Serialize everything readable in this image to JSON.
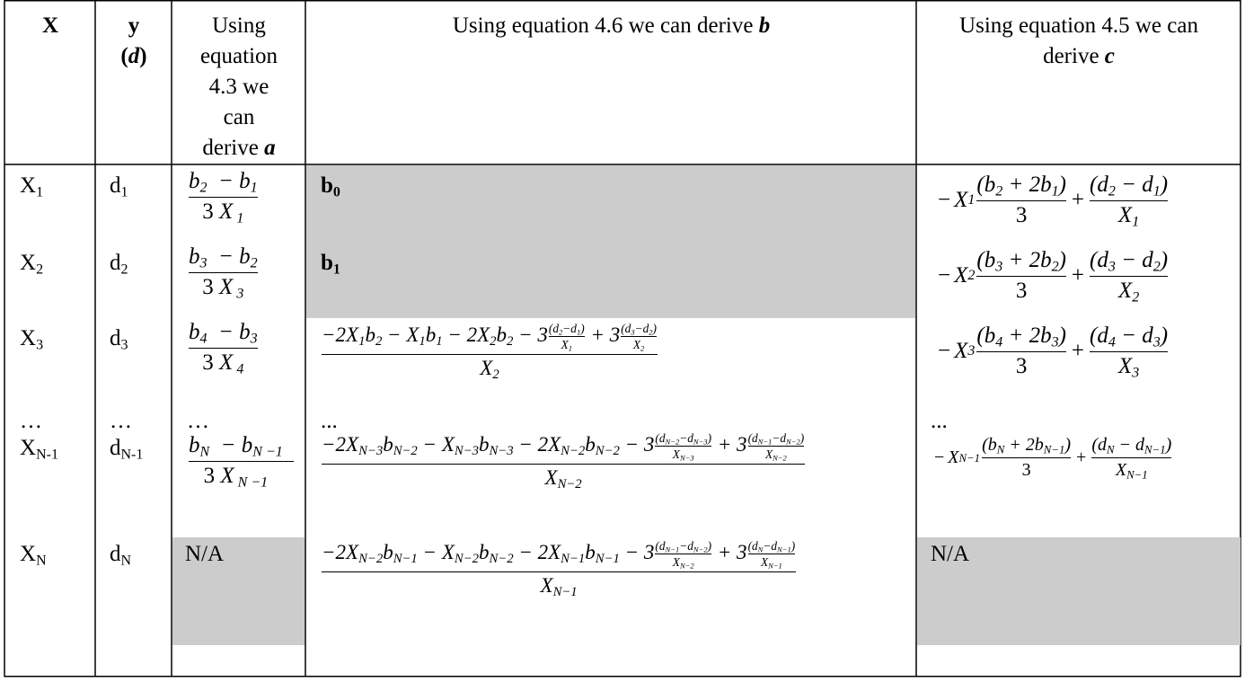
{
  "headers": {
    "x": "X",
    "y_line1": "y",
    "y_line2": "(d)",
    "a_lines": [
      "Using",
      "equation",
      "4.3 we",
      "can"
    ],
    "a_last_prefix": "derive ",
    "a_var": "a",
    "b_prefix": "Using equation 4.6 we can derive ",
    "b_var": "b",
    "c_line1": "Using equation 4.5 we can",
    "c_prefix": "derive ",
    "c_var": "c"
  },
  "rows": [
    {
      "x_base": "X",
      "x_sub": "1",
      "d_base": "d",
      "d_sub": "1"
    },
    {
      "x_base": "X",
      "x_sub": "2",
      "d_base": "d",
      "d_sub": "2"
    },
    {
      "x_base": "X",
      "x_sub": "3",
      "d_base": "d",
      "d_sub": "3"
    },
    {
      "ellipsis": "…"
    },
    {
      "x_base": "X",
      "x_sub": "N-1",
      "d_base": "d",
      "d_sub": "N-1"
    },
    {
      "x_base": "X",
      "x_sub": "N",
      "d_base": "d",
      "d_sub": "N"
    }
  ],
  "col_b": {
    "b0_base": "b",
    "b0_sub": "0",
    "b1_base": "b",
    "b1_sub": "1",
    "ellipsis": "..."
  },
  "col_c": {
    "ellipsis": "...",
    "na": "N/A"
  },
  "col_a": {
    "ellipsis": "…",
    "na": "N/A"
  },
  "colors": {
    "shade": "#cccccc",
    "rule": "#000000"
  }
}
